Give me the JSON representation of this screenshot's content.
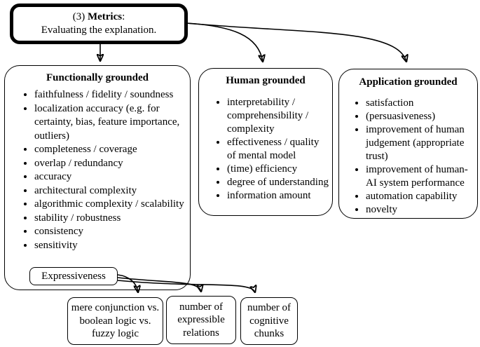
{
  "metrics_box": {
    "line1_prefix": "(3) ",
    "line1_bold": "Metrics",
    "line1_suffix": ":",
    "line2": "Evaluating the explanation."
  },
  "functionally": {
    "title": "Functionally grounded",
    "items": [
      "faithfulness / fidelity / soundness",
      "localization accuracy (e.g. for certainty, bias, feature importance, outliers)",
      "completeness / coverage",
      "overlap / redundancy",
      "accuracy",
      "architectural complexity",
      "algorithmic complexity / scalability",
      "stability / robustness",
      "consistency",
      "sensitivity"
    ],
    "expressiveness_label": "Expressiveness"
  },
  "human": {
    "title": "Human grounded",
    "items": [
      "interpretability / comprehensibility / complexity",
      "effectiveness / quality of mental model",
      "(time) efficiency",
      "degree of understanding",
      "information amount"
    ]
  },
  "application": {
    "title": "Application grounded",
    "items": [
      "satisfaction",
      "(persuasiveness)",
      "improvement of human judgement (appropriate trust)",
      "improvement of human-AI system performance",
      "automation capability",
      "novelty"
    ]
  },
  "leaf_boxes": [
    {
      "label": "mere conjunction vs. boolean logic vs. fuzzy logic"
    },
    {
      "label": "number of expressible relations"
    },
    {
      "label": "number of cognitive chunks"
    }
  ],
  "colors": {
    "ink": "#000000",
    "background": "#ffffff"
  }
}
